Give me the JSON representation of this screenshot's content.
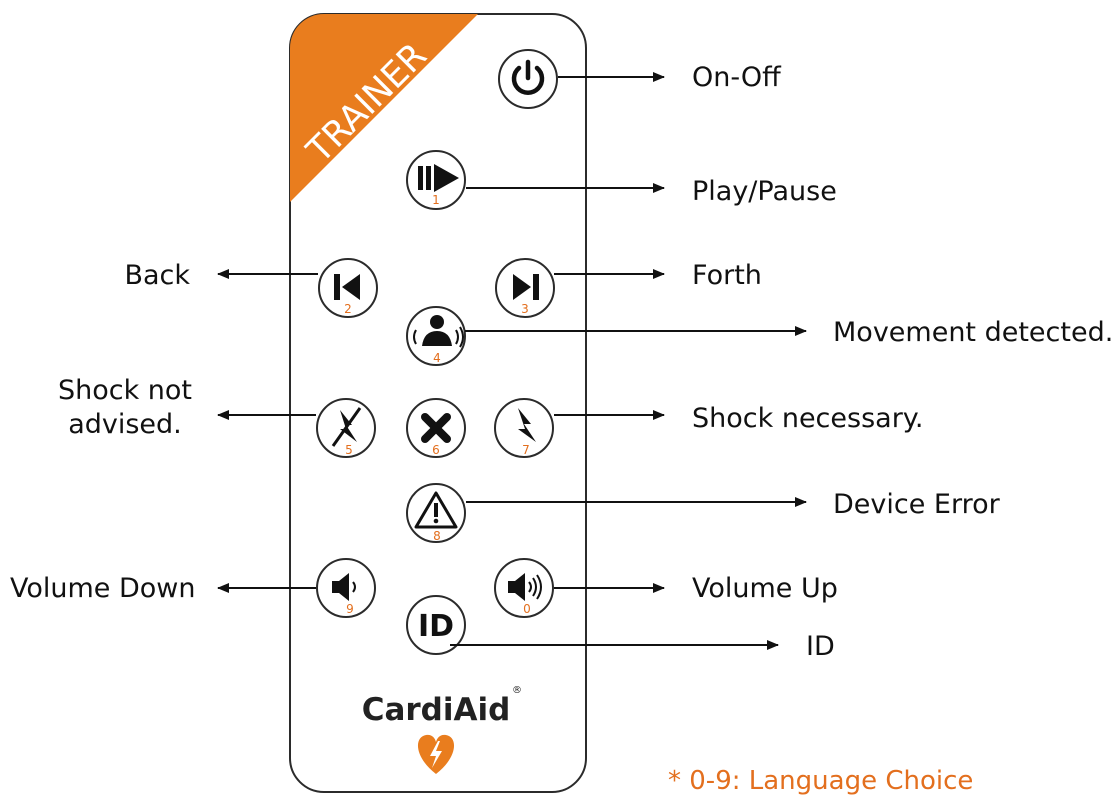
{
  "remote": {
    "badge_text": "TRAINER",
    "brand": "CardiAid",
    "brand_mark": "®",
    "logo_icon": "heart-lightning-icon",
    "colors": {
      "accent": "#e97d1e",
      "outline": "#222222",
      "number": "#e36f1e"
    }
  },
  "buttons": [
    {
      "id": "power",
      "icon": "power-icon",
      "number": ""
    },
    {
      "id": "play-pause",
      "icon": "play-pause-icon",
      "number": "1"
    },
    {
      "id": "back",
      "icon": "skip-back-icon",
      "number": "2"
    },
    {
      "id": "forth",
      "icon": "skip-forward-icon",
      "number": "3"
    },
    {
      "id": "movement",
      "icon": "person-motion-icon",
      "number": "4"
    },
    {
      "id": "no-shock",
      "icon": "no-shock-icon",
      "number": "5"
    },
    {
      "id": "cancel",
      "icon": "x-icon",
      "number": "6"
    },
    {
      "id": "shock",
      "icon": "shock-icon",
      "number": "7"
    },
    {
      "id": "error",
      "icon": "warning-icon",
      "number": "8"
    },
    {
      "id": "volume-down",
      "icon": "speaker-low-icon",
      "number": "9"
    },
    {
      "id": "volume-up",
      "icon": "speaker-high-icon",
      "number": "0"
    },
    {
      "id": "id",
      "icon": "id-text-icon",
      "label": "ID",
      "number": ""
    }
  ],
  "labels": {
    "on_off": "On-Off",
    "play_pause": "Play/Pause",
    "back": "Back",
    "forth": "Forth",
    "movement": "Movement detected.",
    "no_shock_line1": "Shock not",
    "no_shock_line2": "advised.",
    "shock": "Shock necessary.",
    "device_error": "Device Error",
    "volume_down": "Volume Down",
    "volume_up": "Volume Up",
    "id": "ID"
  },
  "footnote": "* 0-9: Language Choice"
}
